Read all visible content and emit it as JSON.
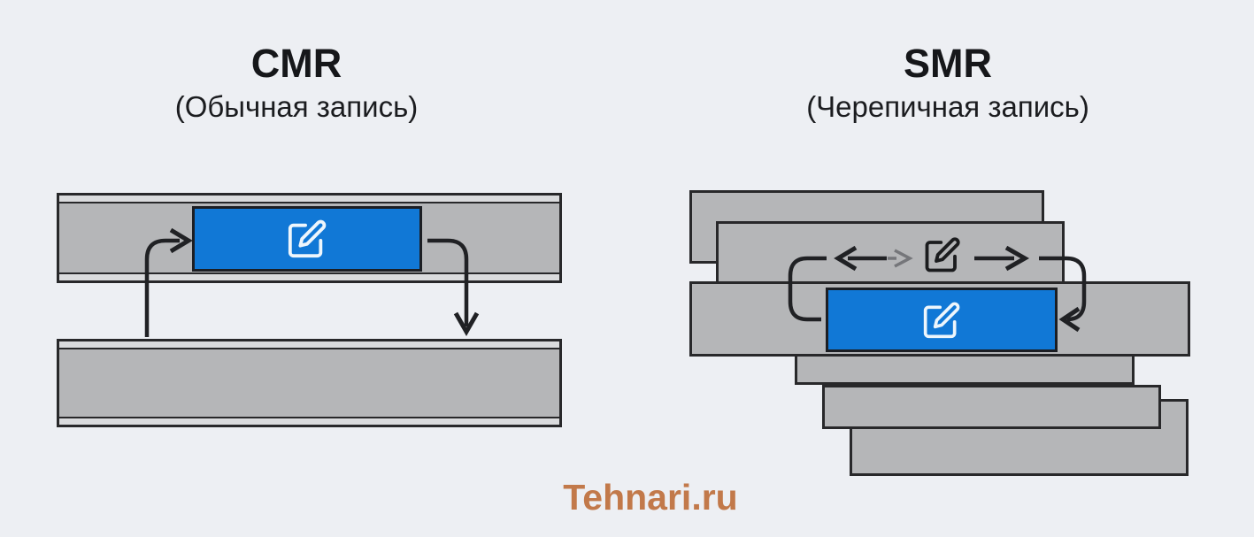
{
  "cmr": {
    "title": "CMR",
    "subtitle": "(Обычная запись)",
    "structure": {
      "tracks": 2,
      "layout": "two separate non-overlapping tracks",
      "data_block_on": "upper track",
      "arrows": [
        "curved arrow entering data block from lower left",
        "curved arrow from data block down to lower track"
      ]
    }
  },
  "smr": {
    "title": "SMR",
    "subtitle": "(Черепичная запись)",
    "structure": {
      "tracks": 6,
      "layout": "six shingled overlapping tracks stepped right and down",
      "data_block_on": "third (widest) track",
      "arrows": [
        "left arrow from edit head",
        "small muted right arrow",
        "right arrow from edit head",
        "curved connector down to left side of data block",
        "curved connector with left arrowhead to right side of data block"
      ]
    }
  },
  "watermark": {
    "text": "Tehnari.ru",
    "color": "#c2794a"
  },
  "icons": {
    "edit_on_cmr_block": "edit-pencil-square-icon",
    "edit_on_smr_block": "edit-pencil-square-icon",
    "edit_head_on_smr_track": "edit-pencil-square-icon"
  },
  "colors": {
    "background": "#edeff3",
    "track_fill": "#b5b6b8",
    "track_edge_strip": "#dadbdd",
    "track_border": "#28282a",
    "data_block_blue": "#1178d6",
    "arrow_dark": "#202124",
    "arrow_muted": "#75767a",
    "title_text": "#16171a"
  }
}
